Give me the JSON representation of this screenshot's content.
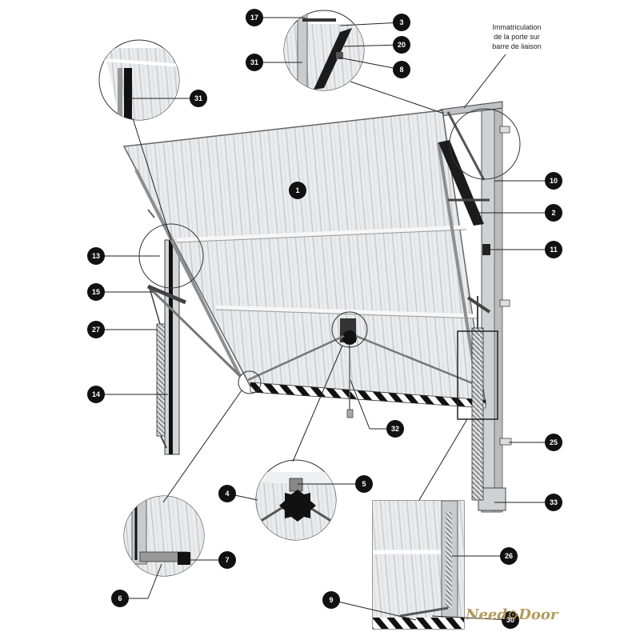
{
  "annotation": {
    "line1": "Immatriculation",
    "line2": "de la porte sur",
    "line3": "barre de liaison"
  },
  "brand": {
    "part1": "Need",
    "part2": "Door"
  },
  "colors": {
    "door_panel": "#e6e8ea",
    "ribs": "#bfc4c8",
    "frame": "#c9ccce",
    "badge": "#111111",
    "leader": "#222222",
    "brand_gold": "#b39a5a"
  },
  "callouts": [
    {
      "label": "17"
    },
    {
      "label": "3"
    },
    {
      "label": "20"
    },
    {
      "label": "31"
    },
    {
      "label": "8"
    },
    {
      "label": "31"
    },
    {
      "label": "1"
    },
    {
      "label": "10"
    },
    {
      "label": "2"
    },
    {
      "label": "13"
    },
    {
      "label": "11"
    },
    {
      "label": "15"
    },
    {
      "label": "27"
    },
    {
      "label": "14"
    },
    {
      "label": "32"
    },
    {
      "label": "25"
    },
    {
      "label": "4"
    },
    {
      "label": "5"
    },
    {
      "label": "33"
    },
    {
      "label": "26"
    },
    {
      "label": "7"
    },
    {
      "label": "6"
    },
    {
      "label": "9"
    },
    {
      "label": "30"
    }
  ]
}
